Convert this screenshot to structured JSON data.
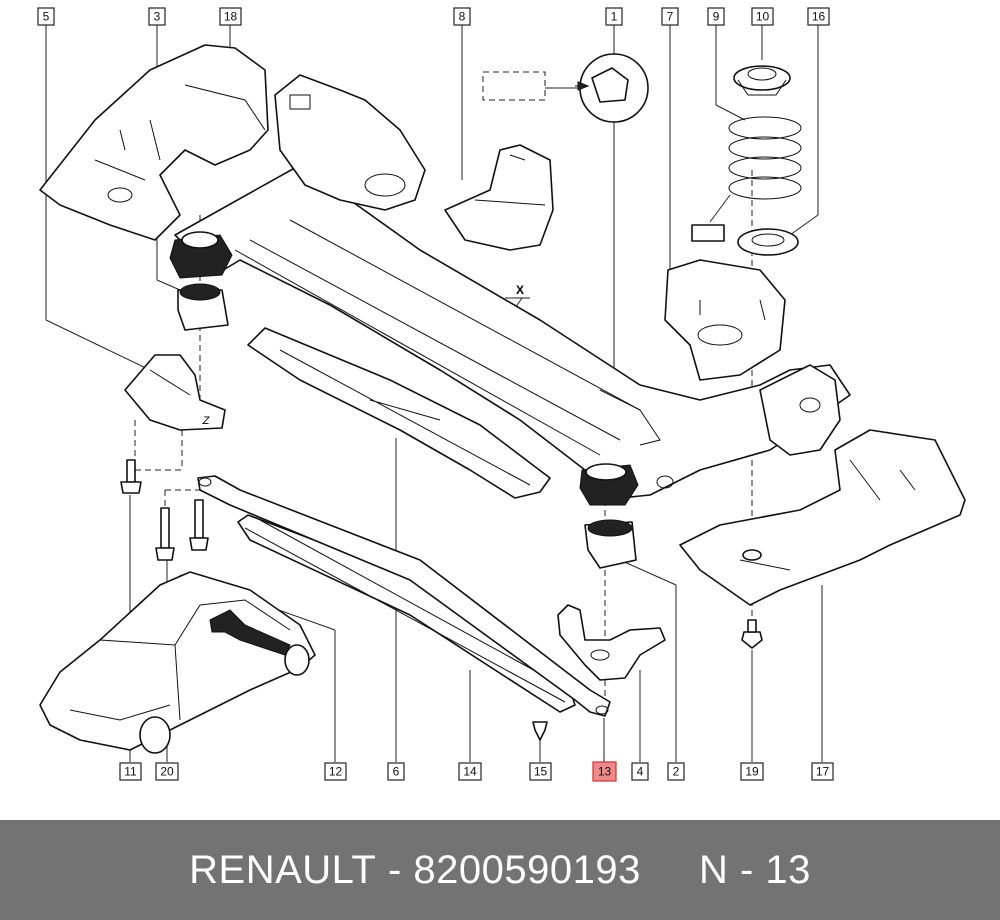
{
  "callouts": {
    "c5": "5",
    "c3": "3",
    "c18": "18",
    "c8": "8",
    "c1": "1",
    "c7": "7",
    "c9": "9",
    "c10": "10",
    "c16": "16",
    "c11": "11",
    "c20": "20",
    "c12": "12",
    "c6": "6",
    "c14": "14",
    "c15": "15",
    "c13": "13",
    "c4": "4",
    "c2": "2",
    "c19": "19",
    "c17": "17"
  },
  "labels": {
    "x": "X",
    "z": "Z"
  },
  "highlight": {
    "callout": "13",
    "color": "#f08a8a"
  },
  "footer": {
    "brand": "RENAULT",
    "separator1": " - ",
    "part_number": "8200590193",
    "separator2": "     N - ",
    "index": "13"
  }
}
